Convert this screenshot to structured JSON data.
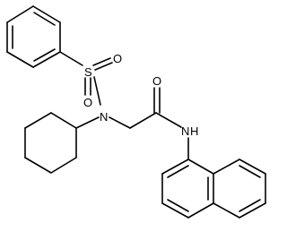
{
  "molecule": {
    "atoms": {
      "sulfur": "S",
      "oxygen_upper": "O",
      "oxygen_lower": "O",
      "nitrogen_sulfonamide": "N",
      "oxygen_carbonyl": "O",
      "nitrogen_amide": "N",
      "hydrogen_amide": "H"
    }
  }
}
